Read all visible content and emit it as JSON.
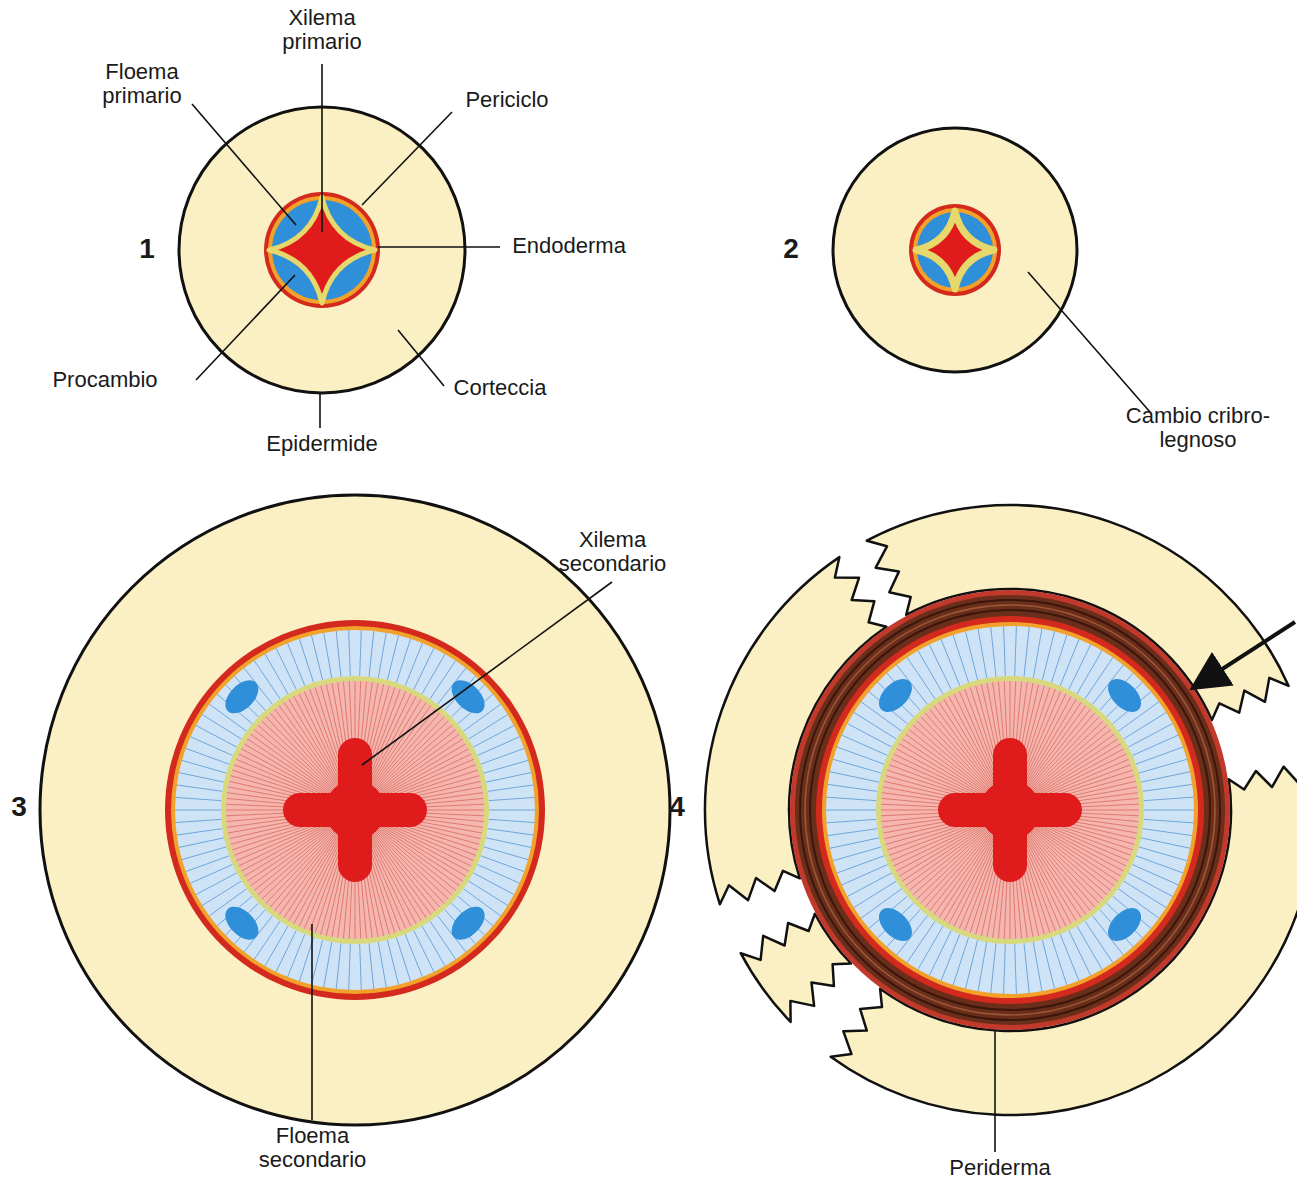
{
  "diagram": {
    "labels": [
      "Xilema primario",
      "Floema primario",
      "Periciclo",
      "Endoderma",
      "1",
      "Procambio",
      "Corteccia",
      "Epidermide",
      "2",
      "Cambio cribro-legnoso",
      "Xilema secondario",
      "3",
      "Floema secondario",
      "4",
      "Periderma"
    ]
  }
}
